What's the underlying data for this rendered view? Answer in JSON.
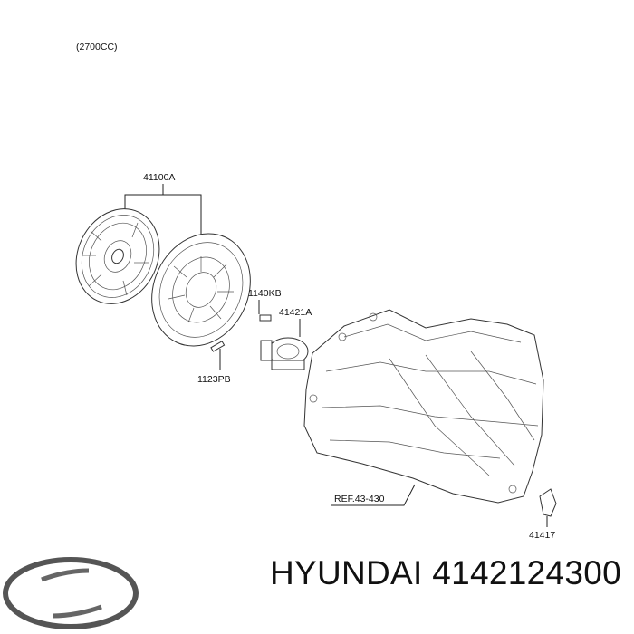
{
  "diagram": {
    "engine_label": "(2700CC)",
    "parts": [
      {
        "id": "clutch-set",
        "code": "41100A"
      },
      {
        "id": "bolt-1140",
        "code": "1140KB"
      },
      {
        "id": "release-cylinder",
        "code": "41421A"
      },
      {
        "id": "bolt-1123",
        "code": "1123PB"
      },
      {
        "id": "transaxle",
        "code": "REF.43-430"
      },
      {
        "id": "plug",
        "code": "41417"
      }
    ]
  },
  "footer": {
    "brand_text": "HYUNDAI 4142124300",
    "logo_icon": "hyundai-logo-icon"
  }
}
